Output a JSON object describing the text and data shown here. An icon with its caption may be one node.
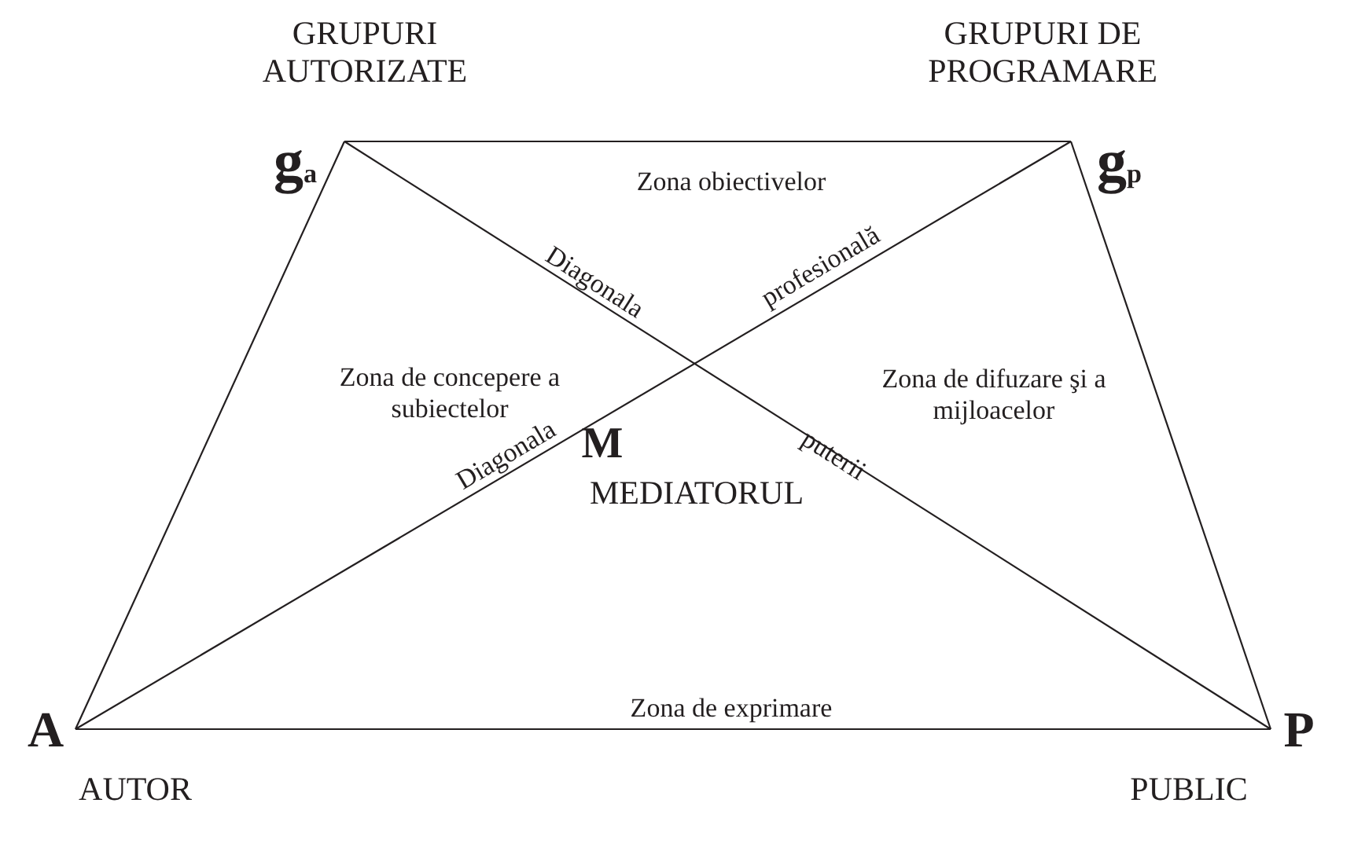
{
  "diagram": {
    "nodes": [
      {
        "text": [
          "g$_{a}$"
        ],
        "beside": [
          "GRUPURI AUTORIZATE"
        ]
      },
      {
        "text": [
          "g$_{p}$"
        ],
        "beside": [
          "GRUPURI DE PROGRAMARE"
        ]
      },
      {
        "text": [
          "A"
        ],
        "beside": [
          "AUTOR"
        ]
      },
      {
        "text": [
          "P"
        ],
        "beside": [
          "PUBLIC"
        ]
      }
    ],
    "edges": [
      {
        "from": 0,
        "to": 1,
        "arrow": "none"
      },
      {
        "from": 0,
        "to": 2,
        "arrow": "none"
      },
      {
        "from": 1,
        "to": 3,
        "arrow": "none"
      },
      {
        "from": 2,
        "to": 3,
        "arrow": "none"
      },
      {
        "from": 0,
        "to": 3,
        "arrow": "none"
      },
      {
        "from": 2,
        "to": 1,
        "arrow": "none"
      }
    ],
    "labels": [
      "Zona obiectivelor",
      "Diagonala",
      "profesională",
      "Zona de concepere a subiectelor",
      "Zona de difuzare şi a mijloacelor",
      "Diagonala",
      "M",
      "puterii",
      "MEDIATORUL",
      "Zona de exprimare"
    ]
  }
}
